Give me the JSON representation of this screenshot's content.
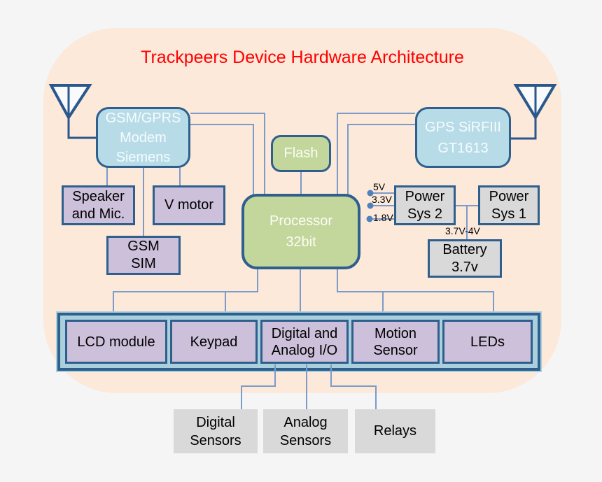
{
  "title": "Trackpeers Device Hardware Architecture",
  "blocks": {
    "gsm_modem": {
      "lines": [
        "GSM/GPRS",
        "Modem",
        "Siemens"
      ]
    },
    "gps": {
      "lines": [
        "GPS SiRFIII",
        "GT1613"
      ]
    },
    "flash": {
      "label": "Flash"
    },
    "processor": {
      "lines": [
        "Processor",
        "32bit"
      ]
    },
    "speaker_mic": {
      "lines": [
        "Speaker",
        "and Mic."
      ]
    },
    "v_motor": {
      "label": "V motor"
    },
    "gsm_sim": {
      "lines": [
        "GSM",
        "SIM"
      ]
    },
    "power_sys2": {
      "lines": [
        "Power",
        "Sys 2"
      ]
    },
    "power_sys1": {
      "lines": [
        "Power",
        "Sys 1"
      ]
    },
    "battery": {
      "lines": [
        "Battery",
        "3.7v"
      ]
    },
    "lcd_module": {
      "label": "LCD module"
    },
    "keypad": {
      "label": "Keypad"
    },
    "digital_analog_io": {
      "lines": [
        "Digital and",
        "Analog I/O"
      ]
    },
    "motion_sensor": {
      "lines": [
        "Motion",
        "Sensor"
      ]
    },
    "leds": {
      "label": "LEDs"
    },
    "digital_sensors": {
      "lines": [
        "Digital",
        "Sensors"
      ]
    },
    "analog_sensors": {
      "lines": [
        "Analog",
        "Sensors"
      ]
    },
    "relays": {
      "label": "Relays"
    }
  },
  "labels": {
    "v5": "5V",
    "v33": "3.3V",
    "v18": "1.8V",
    "battery_range": "3.7V-4V"
  },
  "colors": {
    "title_red": "#ff0000",
    "page_background": "#f5f5f6",
    "panel_peach": "#fce9d9",
    "module_blue": "#b7dce8",
    "module_green": "#c3d69b",
    "module_purple": "#ccc0da",
    "module_grey": "#d9d9d9",
    "border_dark_blue": "#2e5f8d",
    "connector_blue": "#7c9bc9",
    "bus_fill": "#aacfdd",
    "dot_blue": "#4f81bd"
  }
}
